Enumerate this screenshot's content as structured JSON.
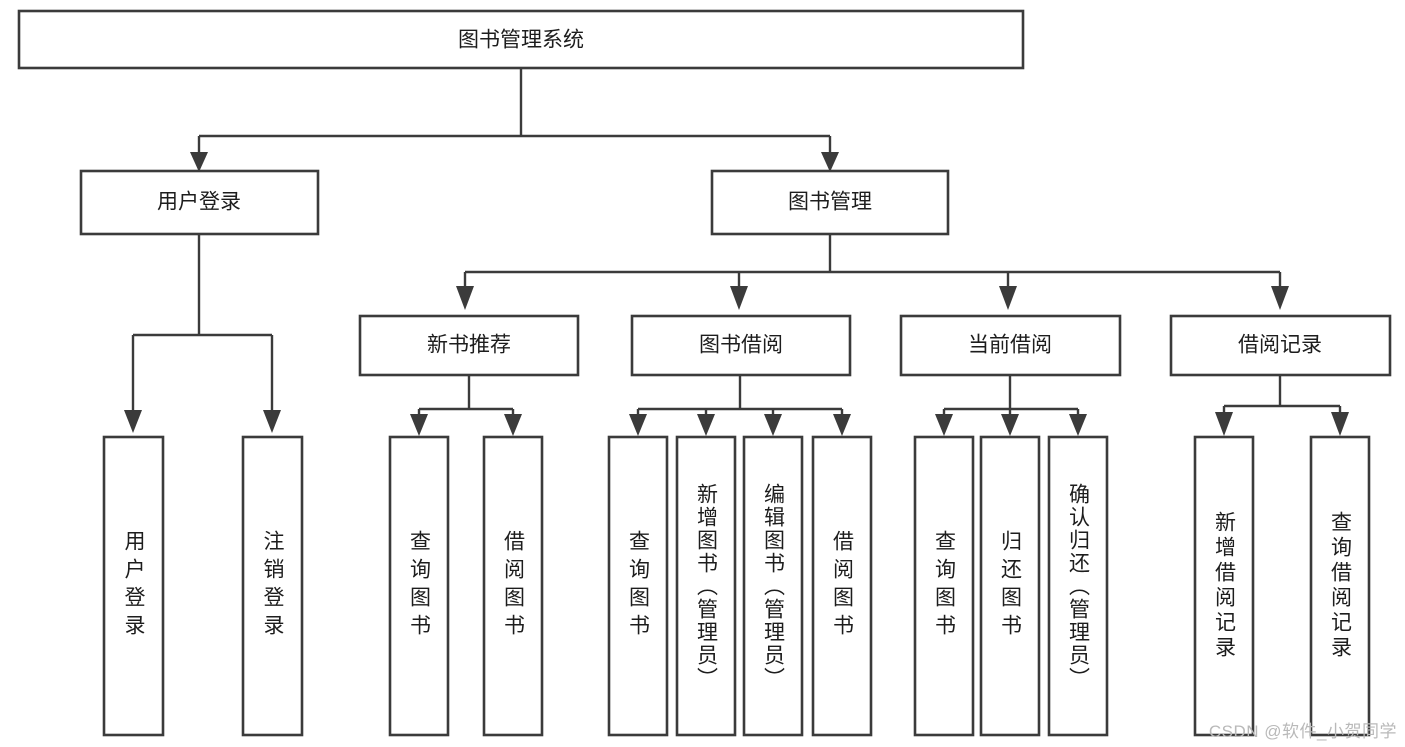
{
  "diagram": {
    "title": "图书管理系统",
    "type": "tree-hierarchy-diagram",
    "watermark": "CSDN @软件_小贺同学",
    "colors": {
      "background": "#ffffff",
      "box_stroke": "#3b3b3b",
      "box_fill": "#ffffff",
      "text": "#1d1d1d",
      "watermark": "#b9b9b9"
    },
    "nodes": {
      "root": {
        "label": "图书管理系统"
      },
      "level2": [
        {
          "label": "用户登录"
        },
        {
          "label": "图书管理"
        }
      ],
      "level3": [
        {
          "label": "新书推荐"
        },
        {
          "label": "图书借阅"
        },
        {
          "label": "当前借阅"
        },
        {
          "label": "借阅记录"
        }
      ],
      "leaves": {
        "user_login": [
          {
            "label": "用户登录"
          },
          {
            "label": "注销登录"
          }
        ],
        "new_book_recommend": [
          {
            "label": "查询图书"
          },
          {
            "label": "借阅图书"
          }
        ],
        "book_borrow": [
          {
            "label": "查询图书"
          },
          {
            "label": "新增图书（管理员）"
          },
          {
            "label": "编辑图书（管理员）"
          },
          {
            "label": "借阅图书"
          }
        ],
        "current_borrow": [
          {
            "label": "查询图书"
          },
          {
            "label": "归还图书"
          },
          {
            "label": "确认归还（管理员）"
          }
        ],
        "borrow_record": [
          {
            "label": "新增借阅记录"
          },
          {
            "label": "查询借阅记录"
          }
        ]
      }
    }
  }
}
